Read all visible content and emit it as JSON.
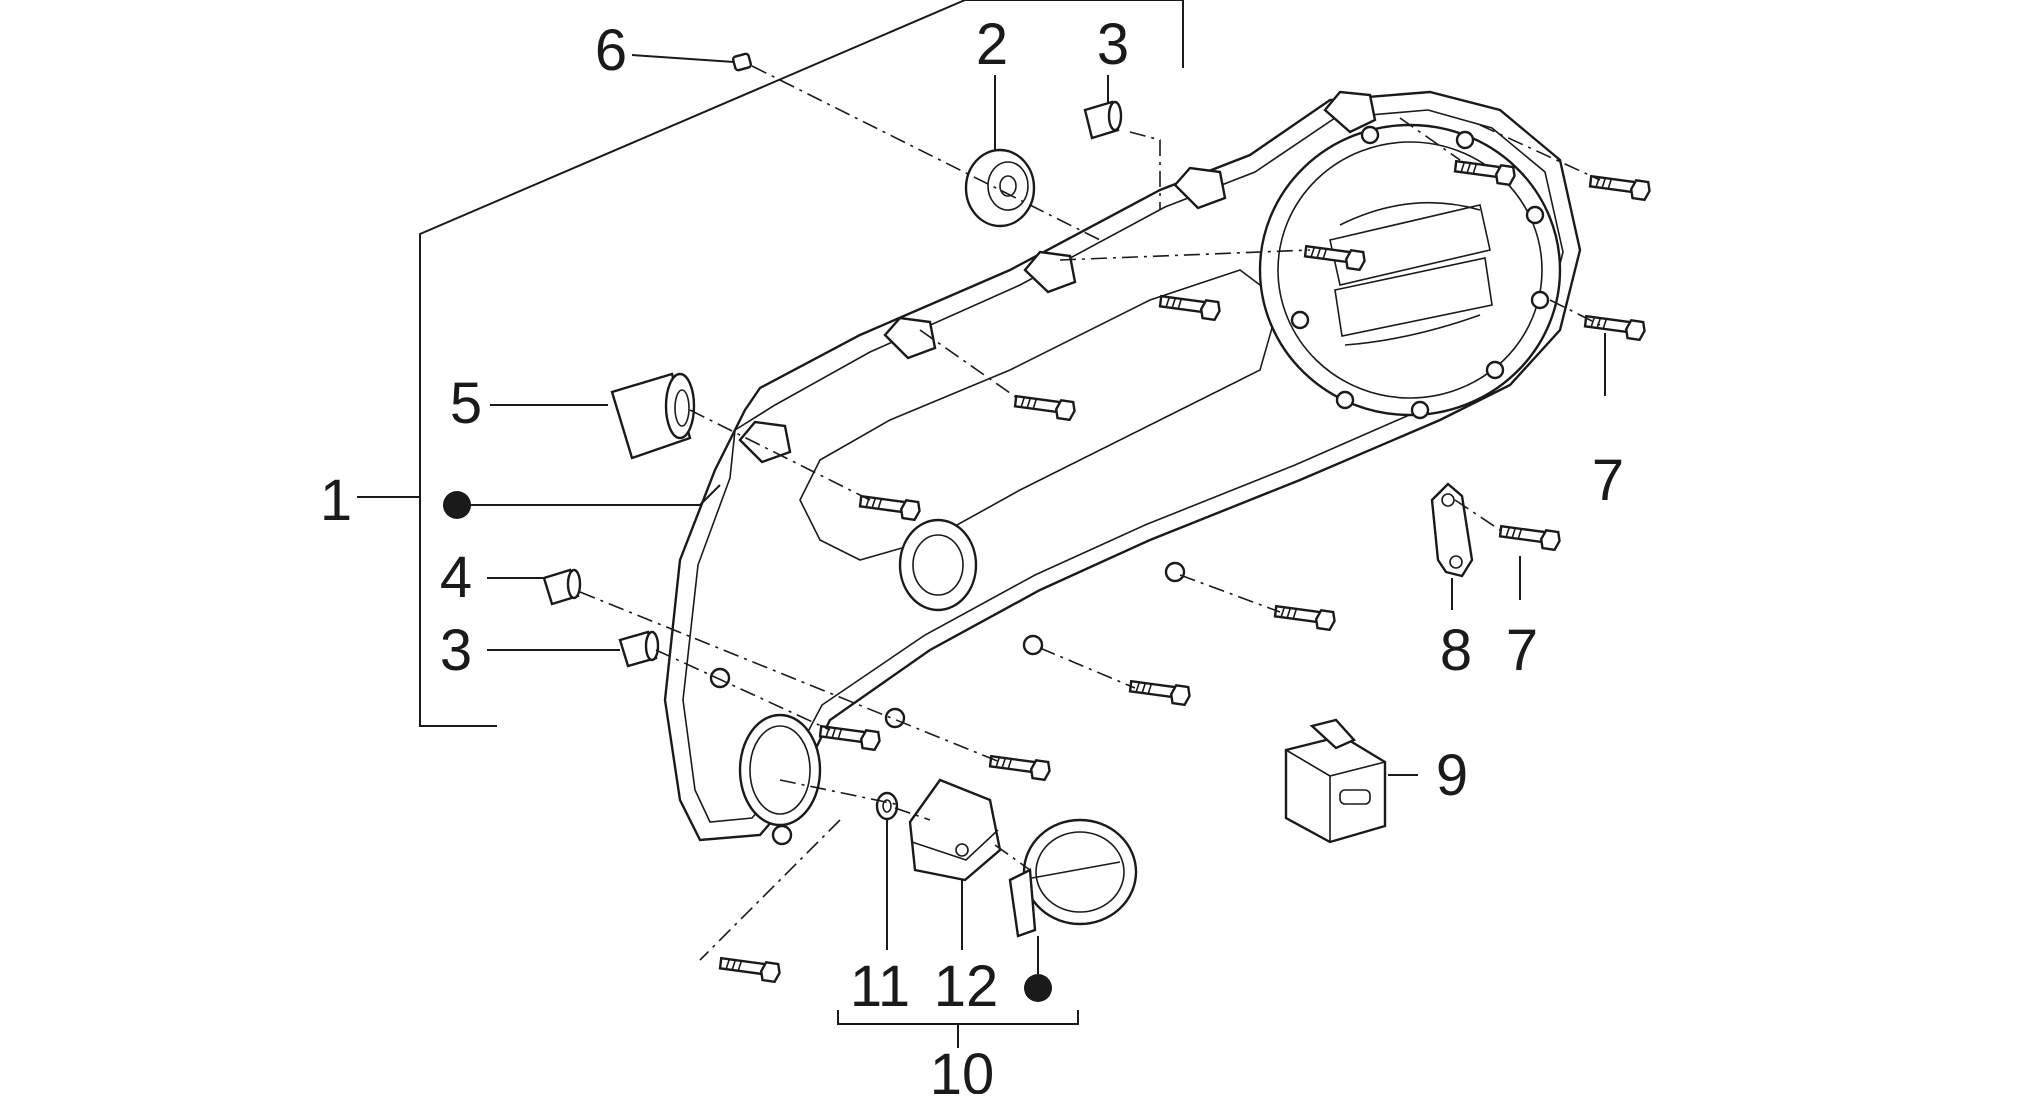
{
  "callouts": {
    "c1": "1",
    "c2": "2",
    "c3a": "3",
    "c3b": "3",
    "c4": "4",
    "c5": "5",
    "c6": "6",
    "c7a": "7",
    "c7b": "7",
    "c8": "8",
    "c9": "9",
    "c10": "10",
    "c11": "11",
    "c12": "12"
  },
  "colors": {
    "ink": "#1a1a1a",
    "paper": "#ffffff"
  }
}
